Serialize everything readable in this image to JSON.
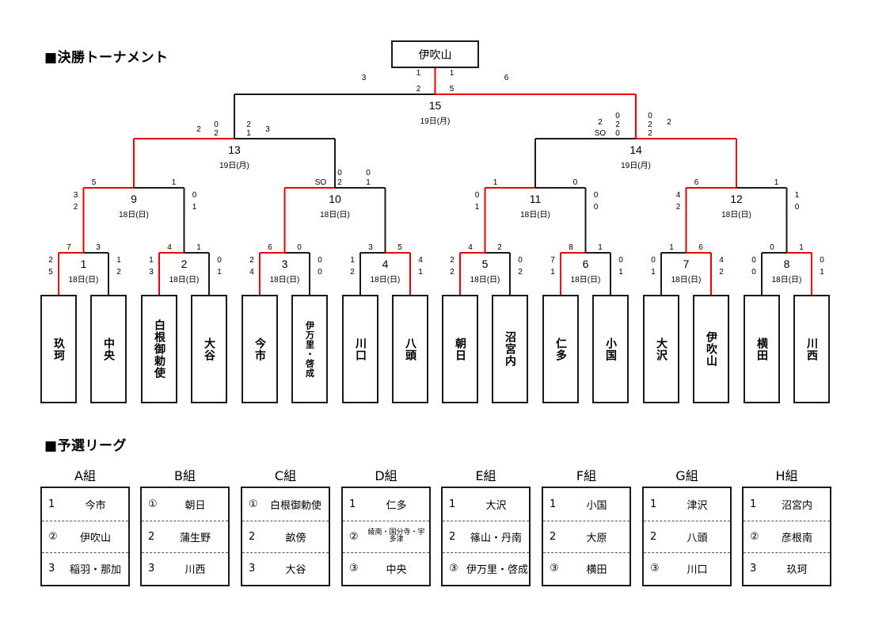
{
  "titles": {
    "tournament": "■決勝トーナメント",
    "league": "■予選リーグ"
  },
  "colors": {
    "winner_line": "#e60000",
    "loser_line": "#1a1a1a"
  },
  "champion": "伊吹山",
  "teams": [
    {
      "name": "玖珂"
    },
    {
      "name": "中央"
    },
    {
      "name": "白根御勅使"
    },
    {
      "name": "大谷"
    },
    {
      "name": "今市"
    },
    {
      "name": "伊万里・啓成",
      "small": true
    },
    {
      "name": "川口"
    },
    {
      "name": "八頭"
    },
    {
      "name": "朝日"
    },
    {
      "name": "沼宮内"
    },
    {
      "name": "仁多"
    },
    {
      "name": "小国"
    },
    {
      "name": "大沢"
    },
    {
      "name": "伊吹山"
    },
    {
      "name": "横田"
    },
    {
      "name": "川西"
    }
  ],
  "matches": [
    {
      "id": "1",
      "date": "18日(日)",
      "winner": "L",
      "left": {
        "total": "7",
        "halves": [
          "2",
          "5"
        ]
      },
      "right": {
        "total": "3",
        "halves": [
          "1",
          "2"
        ]
      }
    },
    {
      "id": "2",
      "date": "18日(日)",
      "winner": "L",
      "left": {
        "total": "4",
        "halves": [
          "1",
          "3"
        ]
      },
      "right": {
        "total": "1",
        "halves": [
          "0",
          "1"
        ]
      }
    },
    {
      "id": "3",
      "date": "18日(日)",
      "winner": "L",
      "left": {
        "total": "6",
        "halves": [
          "2",
          "4"
        ]
      },
      "right": {
        "total": "0",
        "halves": [
          "0",
          "0"
        ]
      }
    },
    {
      "id": "4",
      "date": "18日(日)",
      "winner": "R",
      "left": {
        "total": "3",
        "halves": [
          "1",
          "2"
        ]
      },
      "right": {
        "total": "5",
        "halves": [
          "4",
          "1"
        ]
      }
    },
    {
      "id": "5",
      "date": "18日(日)",
      "winner": "L",
      "left": {
        "total": "4",
        "halves": [
          "2",
          "2"
        ]
      },
      "right": {
        "total": "2",
        "halves": [
          "0",
          "2"
        ]
      }
    },
    {
      "id": "6",
      "date": "18日(日)",
      "winner": "L",
      "left": {
        "total": "8",
        "halves": [
          "7",
          "1"
        ]
      },
      "right": {
        "total": "1",
        "halves": [
          "0",
          "1"
        ]
      }
    },
    {
      "id": "7",
      "date": "18日(日)",
      "winner": "R",
      "left": {
        "total": "1",
        "halves": [
          "0",
          "1"
        ]
      },
      "right": {
        "total": "6",
        "halves": [
          "4",
          "2"
        ]
      }
    },
    {
      "id": "8",
      "date": "18日(日)",
      "winner": "R",
      "left": {
        "total": "0",
        "halves": [
          "0",
          "0"
        ]
      },
      "right": {
        "total": "1",
        "halves": [
          "0",
          "1"
        ]
      }
    },
    {
      "id": "9",
      "date": "18日(日)",
      "winner": "L",
      "left": {
        "total": "5",
        "halves": [
          "3",
          "2"
        ]
      },
      "right": {
        "total": "1",
        "halves": [
          "0",
          "1"
        ]
      }
    },
    {
      "id": "10",
      "date": "18日(日)",
      "winner": "L",
      "left": {
        "total": "SO",
        "halves": [
          "0",
          "0"
        ],
        "extra": [
          "0",
          "2"
        ]
      },
      "right": {
        "total": "",
        "halves": [
          "0",
          "0"
        ],
        "extra": [
          "0",
          "1"
        ]
      }
    },
    {
      "id": "11",
      "date": "18日(日)",
      "winner": "L",
      "left": {
        "total": "1",
        "halves": [
          "0",
          "1"
        ]
      },
      "right": {
        "total": "0",
        "halves": [
          "0",
          "0"
        ]
      }
    },
    {
      "id": "12",
      "date": "18日(日)",
      "winner": "L",
      "left": {
        "total": "6",
        "halves": [
          "4",
          "2"
        ]
      },
      "right": {
        "total": "1",
        "halves": [
          "1",
          "0"
        ]
      }
    },
    {
      "id": "13",
      "date": "19日(月)",
      "winner": "L",
      "left": {
        "total": "2",
        "halves": [
          "0",
          "2"
        ]
      },
      "right": {
        "total": "3",
        "halves": [
          "2",
          "1"
        ]
      }
    },
    {
      "id": "14",
      "date": "19日(月)",
      "winner": "R",
      "left": {
        "total": "2",
        "so": "SO",
        "halves": [
          "0",
          "2",
          "0"
        ]
      },
      "right": {
        "total": "2",
        "halves": [
          "0",
          "2",
          "2"
        ]
      }
    },
    {
      "id": "15",
      "date": "19日(月)",
      "winner": "R",
      "left": {
        "total": "3",
        "halves": [
          "1",
          "2"
        ]
      },
      "right": {
        "total": "6",
        "halves": [
          "1",
          "5"
        ]
      }
    }
  ],
  "groups": [
    {
      "title": "A組",
      "rows": [
        {
          "rank": "1",
          "team": "今市"
        },
        {
          "rank": "②",
          "team": "伊吹山"
        },
        {
          "rank": "3",
          "team": "稲羽・那加"
        }
      ]
    },
    {
      "title": "B組",
      "rows": [
        {
          "rank": "①",
          "team": "朝日"
        },
        {
          "rank": "2",
          "team": "蒲生野"
        },
        {
          "rank": "3",
          "team": "川西"
        }
      ]
    },
    {
      "title": "C組",
      "rows": [
        {
          "rank": "①",
          "team": "白根御勅使"
        },
        {
          "rank": "2",
          "team": "畝傍"
        },
        {
          "rank": "3",
          "team": "大谷"
        }
      ]
    },
    {
      "title": "D組",
      "rows": [
        {
          "rank": "1",
          "team": "仁多"
        },
        {
          "rank": "②",
          "team": "綾南・国分寺・宇多津",
          "tiny": true
        },
        {
          "rank": "③",
          "team": "中央"
        }
      ]
    },
    {
      "title": "E組",
      "rows": [
        {
          "rank": "1",
          "team": "大沢"
        },
        {
          "rank": "2",
          "team": "篠山・丹南"
        },
        {
          "rank": "③",
          "team": "伊万里・啓成"
        }
      ]
    },
    {
      "title": "F組",
      "rows": [
        {
          "rank": "1",
          "team": "小国"
        },
        {
          "rank": "2",
          "team": "大原"
        },
        {
          "rank": "③",
          "team": "横田"
        }
      ]
    },
    {
      "title": "G組",
      "rows": [
        {
          "rank": "1",
          "team": "津沢"
        },
        {
          "rank": "2",
          "team": "八頭"
        },
        {
          "rank": "③",
          "team": "川口"
        }
      ]
    },
    {
      "title": "H組",
      "rows": [
        {
          "rank": "1",
          "team": "沼宮内"
        },
        {
          "rank": "②",
          "team": "彦根南"
        },
        {
          "rank": "3",
          "team": "玖珂"
        }
      ]
    }
  ]
}
